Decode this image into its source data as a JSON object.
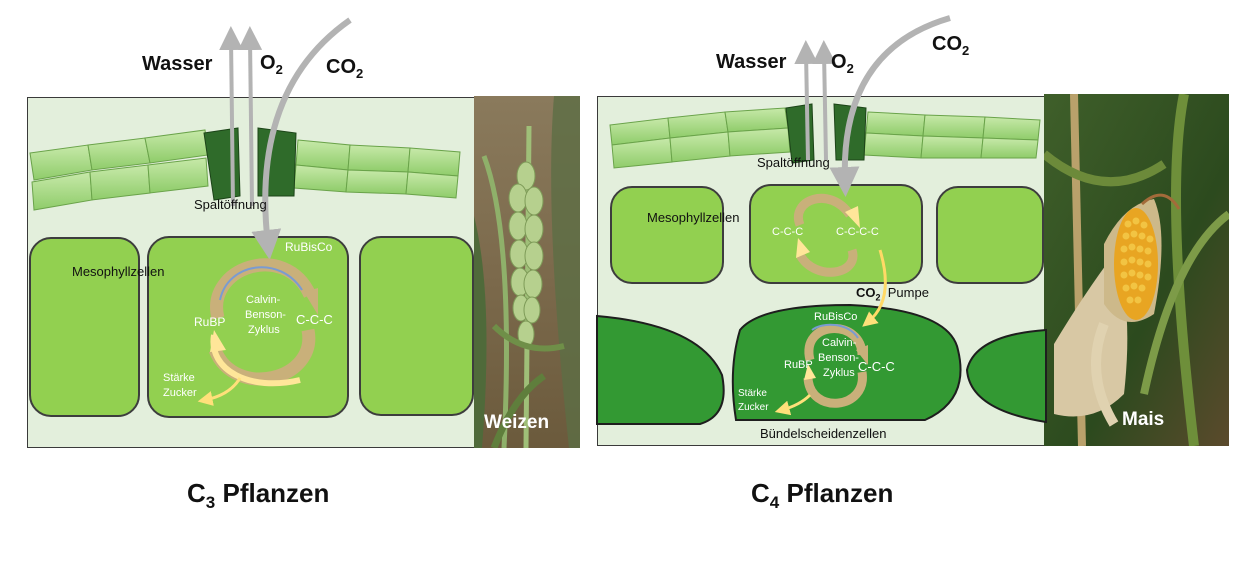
{
  "left": {
    "title_main": "C",
    "title_sub": "3",
    "title_rest": " Pflanzen",
    "water": "Wasser",
    "o2_main": "O",
    "o2_sub": "2",
    "co2_main": "CO",
    "co2_sub": "2",
    "stoma": "Spaltöffnung",
    "mesophyll": "Mesophyllzellen",
    "rubisco": "RuBisCo",
    "cycle_line1": "Calvin-",
    "cycle_line2": "Benson-",
    "cycle_line3": "Zyklus",
    "rubp": "RuBP",
    "ccc": "C-C-C",
    "starch": "Stärke",
    "sugar": "Zucker",
    "plant": "Weizen"
  },
  "right": {
    "title_main": "C",
    "title_sub": "4",
    "title_rest": " Pflanzen",
    "water": "Wasser",
    "o2_main": "O",
    "o2_sub": "2",
    "co2_main": "CO",
    "co2_sub": "2",
    "stoma": "Spaltöffnung",
    "mesophyll": "Mesophyllzellen",
    "c3": "C-C-C",
    "c4": "C-C-C-C",
    "pump_co2_main": "CO",
    "pump_co2_sub": "2",
    "pump": "Pumpe",
    "rubisco": "RuBisCo",
    "cycle_line1": "Calvin-",
    "cycle_line2": "Benson-",
    "cycle_line3": "Zyklus",
    "rubp": "RuBP",
    "ccc": "C-C-C",
    "starch": "Stärke",
    "sugar": "Zucker",
    "bundle": "Bündelscheidenzellen",
    "plant": "Mais"
  },
  "colors": {
    "panel_bg": "#e3efdc",
    "cell_light": "#92d050",
    "cell_dark": "#339933",
    "epidermis": "#a9d88a",
    "guard_cell": "#2f6b2a",
    "arrow_gray": "#b3b3b3",
    "cycle_tan": "#c9b07a",
    "cycle_yellow": "#ffe699"
  }
}
